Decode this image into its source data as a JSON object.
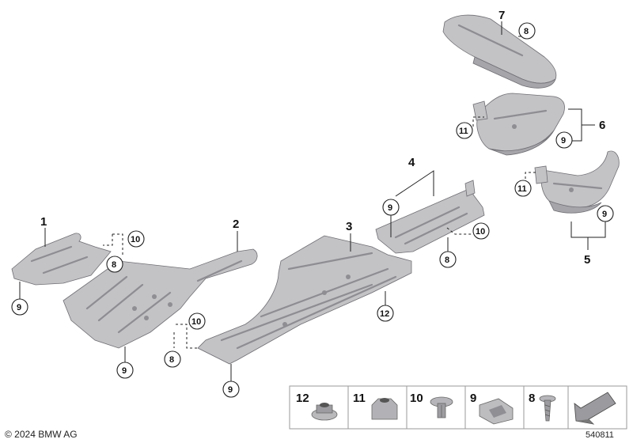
{
  "callouts": {
    "part_1": "1",
    "part_2": "2",
    "part_3": "3",
    "part_4": "4",
    "part_5": "5",
    "part_6": "6",
    "part_7": "7",
    "ref_8": "8",
    "ref_9": "9",
    "ref_10": "10",
    "ref_11": "11",
    "ref_12": "12"
  },
  "legend": {
    "items": [
      "12",
      "11",
      "10",
      "9",
      "8"
    ]
  },
  "footer": {
    "copyright": "© 2024 BMW AG",
    "doc_id": "540811"
  }
}
